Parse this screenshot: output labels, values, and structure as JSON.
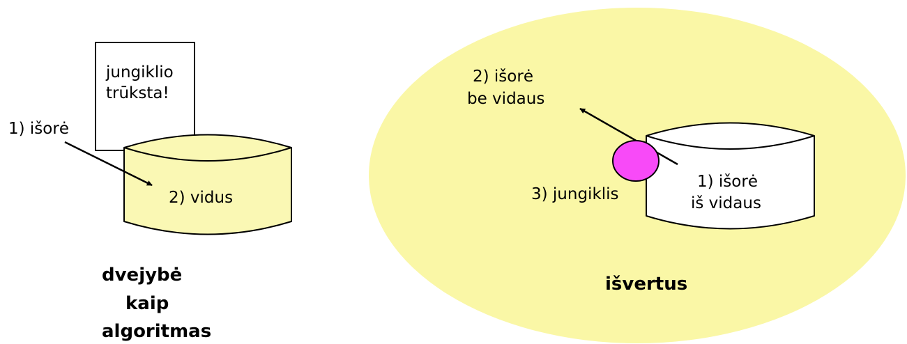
{
  "colors": {
    "background": "#ffffff",
    "light_yellow": "#faf7a6",
    "cylinder_fill_left": "#faf8b4",
    "cylinder_fill_right": "#ffffff",
    "switch_magenta": "#f84af8",
    "stroke": "#000000"
  },
  "left": {
    "note_line1": "jungiklio",
    "note_line2": "trūksta!",
    "outside_label": "1) išorė",
    "inside_label": "2) vidus",
    "caption_line1": "dvejybė",
    "caption_line2": "kaip",
    "caption_line3": "algoritmas"
  },
  "right": {
    "outside_label_line1": "2) išorė",
    "outside_label_line2": "be vidaus",
    "switch_label": "3) jungiklis",
    "inside_label_line1": "1) išorė",
    "inside_label_line2": "iš vidaus",
    "caption": "išvertus"
  }
}
